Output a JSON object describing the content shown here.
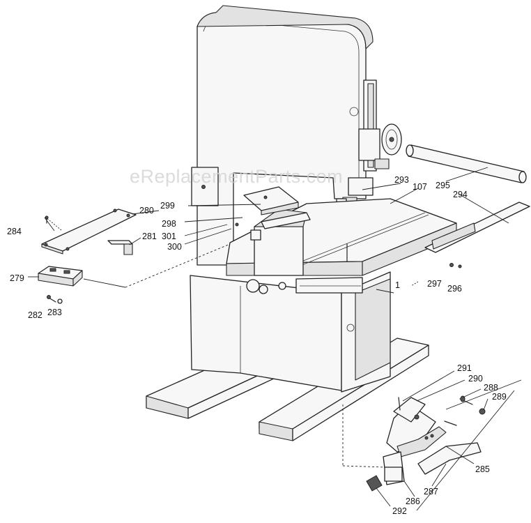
{
  "watermark": "eReplacementParts.com",
  "labels": {
    "l1": "1",
    "l107": "107",
    "l279": "279",
    "l280": "280",
    "l281": "281",
    "l282": "282",
    "l283": "283",
    "l284": "284",
    "l285": "285",
    "l286": "286",
    "l287": "287",
    "l288": "288",
    "l289": "289",
    "l290": "290",
    "l291": "291",
    "l292": "292",
    "l293": "293",
    "l294": "294",
    "l295": "295",
    "l296": "296",
    "l297": "297",
    "l298": "298",
    "l299": "299",
    "l300": "300",
    "l301": "301"
  }
}
